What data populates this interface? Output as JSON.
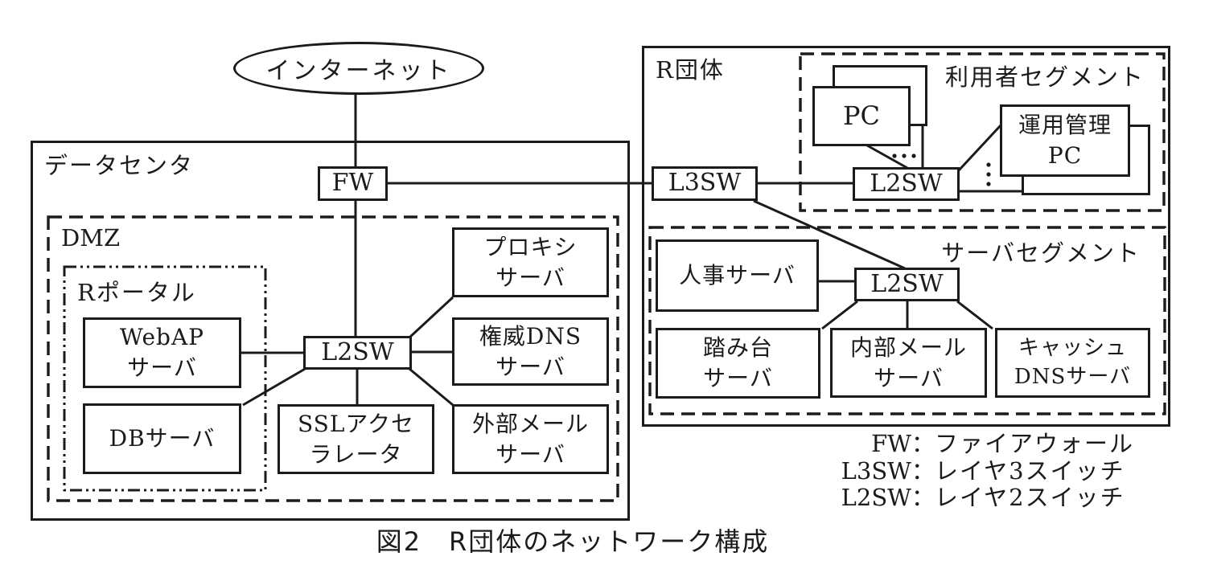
{
  "colors": {
    "ink": "#1b1b1b",
    "paper": "#ffffff"
  },
  "internet": {
    "label": "インターネット"
  },
  "datacenter": {
    "label": "データセンタ",
    "fw_label": "FW",
    "dmz": {
      "label": "DMZ",
      "r_portal": {
        "label": "Rポータル",
        "webap_label": "WebAP\nサーバ",
        "db_label": "DBサーバ"
      },
      "l2sw_label": "L2SW",
      "ssl_accel_label": "SSLアクセ\nラレータ",
      "proxy_label": "プロキシ\nサーバ",
      "auth_dns_label": "権威DNS\nサーバ",
      "ext_mail_label": "外部メール\nサーバ"
    }
  },
  "organization": {
    "label": "R団体",
    "l3sw_label": "L3SW",
    "user_segment": {
      "label": "利用者セグメント",
      "pc_label": "PC",
      "l2sw_label": "L2SW",
      "mgmt_pc_label": "運用管理\nPC"
    },
    "server_segment": {
      "label": "サーバセグメント",
      "hr_label": "人事サーバ",
      "l2sw_label": "L2SW",
      "bastion_label": "踏み台\nサーバ",
      "int_mail_label": "内部メール\nサーバ",
      "cache_dns_label": "キャッシュ\nDNSサーバ"
    }
  },
  "legend": {
    "separator": "：",
    "items": [
      {
        "term": "FW",
        "desc": "ファイアウォール"
      },
      {
        "term": "L3SW",
        "desc": "レイヤ3スイッチ"
      },
      {
        "term": "L2SW",
        "desc": "レイヤ2スイッチ"
      }
    ]
  },
  "caption": "図2　R団体のネットワーク構成"
}
